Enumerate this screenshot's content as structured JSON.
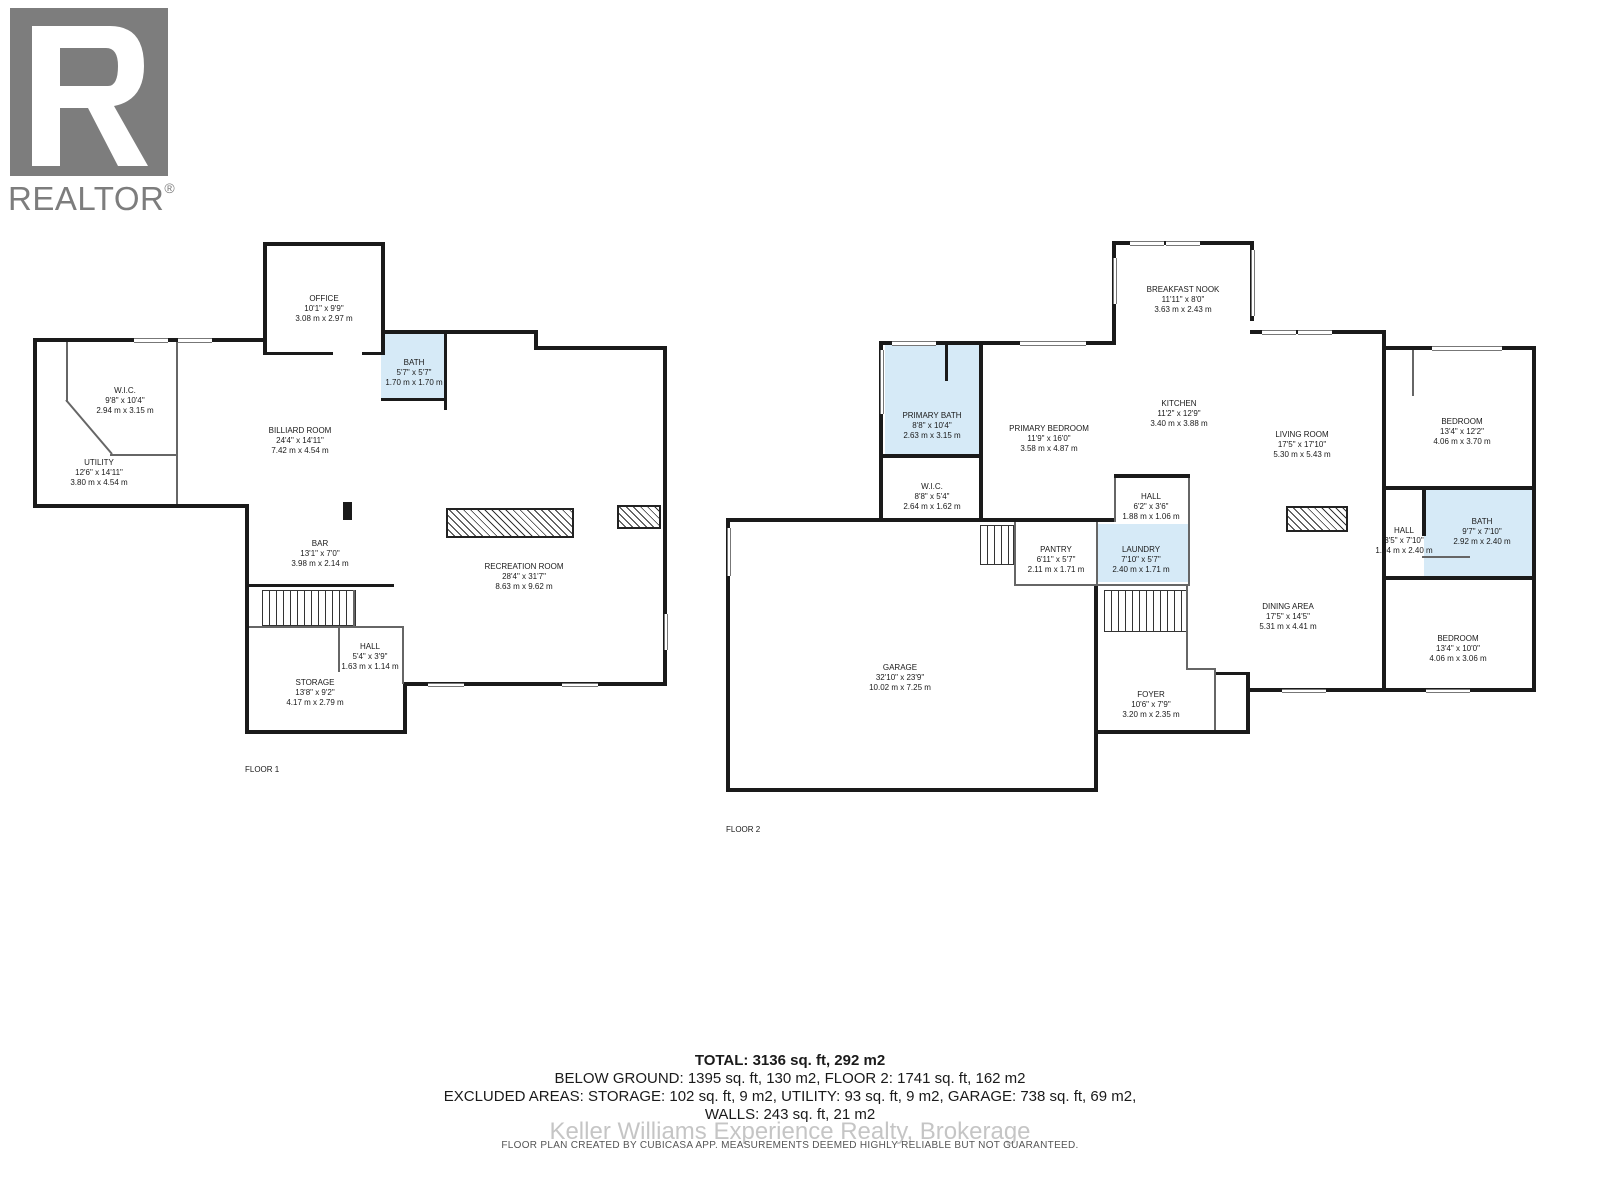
{
  "logo": {
    "text": "REALTOR",
    "mark": "®"
  },
  "floor1": {
    "label": "FLOOR 1",
    "rooms": [
      {
        "id": "office",
        "name": "OFFICE",
        "imperial": "10'1\" x 9'9\"",
        "metric": "3.08 m x 2.97 m"
      },
      {
        "id": "bath1",
        "name": "BATH",
        "imperial": "5'7\" x 5'7\"",
        "metric": "1.70 m x 1.70 m"
      },
      {
        "id": "wic1",
        "name": "W.I.C.",
        "imperial": "9'8\" x 10'4\"",
        "metric": "2.94 m x 3.15 m"
      },
      {
        "id": "billiard",
        "name": "BILLIARD ROOM",
        "imperial": "24'4\" x 14'11\"",
        "metric": "7.42 m x 4.54 m"
      },
      {
        "id": "utility",
        "name": "UTILITY",
        "imperial": "12'6\" x 14'11\"",
        "metric": "3.80 m x 4.54 m"
      },
      {
        "id": "bar",
        "name": "BAR",
        "imperial": "13'1\" x 7'0\"",
        "metric": "3.98 m x 2.14 m"
      },
      {
        "id": "recreation",
        "name": "RECREATION ROOM",
        "imperial": "28'4\" x 31'7\"",
        "metric": "8.63 m x 9.62 m"
      },
      {
        "id": "hall1",
        "name": "HALL",
        "imperial": "5'4\" x 3'9\"",
        "metric": "1.63 m x 1.14 m"
      },
      {
        "id": "storage",
        "name": "STORAGE",
        "imperial": "13'8\" x 9'2\"",
        "metric": "4.17 m x 2.79 m"
      }
    ]
  },
  "floor2": {
    "label": "FLOOR 2",
    "rooms": [
      {
        "id": "nook",
        "name": "BREAKFAST NOOK",
        "imperial": "11'11\" x 8'0\"",
        "metric": "3.63 m x 2.43 m"
      },
      {
        "id": "primarybath",
        "name": "PRIMARY BATH",
        "imperial": "8'8\" x 10'4\"",
        "metric": "2.63 m x 3.15 m"
      },
      {
        "id": "primarybed",
        "name": "PRIMARY BEDROOM",
        "imperial": "11'9\" x 16'0\"",
        "metric": "3.58 m x 4.87 m"
      },
      {
        "id": "kitchen",
        "name": "KITCHEN",
        "imperial": "11'2\" x 12'9\"",
        "metric": "3.40 m x 3.88 m"
      },
      {
        "id": "living",
        "name": "LIVING ROOM",
        "imperial": "17'5\" x 17'10\"",
        "metric": "5.30 m x 5.43 m"
      },
      {
        "id": "bedroom1",
        "name": "BEDROOM",
        "imperial": "13'4\" x 12'2\"",
        "metric": "4.06 m x 3.70 m"
      },
      {
        "id": "wic2",
        "name": "W.I.C.",
        "imperial": "8'8\" x 5'4\"",
        "metric": "2.64 m x 1.62 m"
      },
      {
        "id": "hall2",
        "name": "HALL",
        "imperial": "6'2\" x 3'6\"",
        "metric": "1.88 m x 1.06 m"
      },
      {
        "id": "hall3",
        "name": "HALL",
        "imperial": "3'5\" x 7'10\"",
        "metric": "1.04 m x 2.40 m"
      },
      {
        "id": "bath2",
        "name": "BATH",
        "imperial": "9'7\" x 7'10\"",
        "metric": "2.92 m x 2.40 m"
      },
      {
        "id": "pantry",
        "name": "PANTRY",
        "imperial": "6'11\" x 5'7\"",
        "metric": "2.11 m x 1.71 m"
      },
      {
        "id": "laundry",
        "name": "LAUNDRY",
        "imperial": "7'10\" x 5'7\"",
        "metric": "2.40 m x 1.71 m"
      },
      {
        "id": "dining",
        "name": "DINING AREA",
        "imperial": "17'5\" x 14'5\"",
        "metric": "5.31 m x 4.41 m"
      },
      {
        "id": "garage",
        "name": "GARAGE",
        "imperial": "32'10\" x 23'9\"",
        "metric": "10.02 m x 7.25 m"
      },
      {
        "id": "bedroom2",
        "name": "BEDROOM",
        "imperial": "13'4\" x 10'0\"",
        "metric": "4.06 m x 3.06 m"
      },
      {
        "id": "foyer",
        "name": "FOYER",
        "imperial": "10'6\" x 7'9\"",
        "metric": "3.20 m x 2.35 m"
      }
    ]
  },
  "summary": {
    "total": "TOTAL: 3136 sq. ft, 292 m2",
    "line2": "BELOW GROUND: 1395 sq. ft, 130 m2, FLOOR 2: 1741 sq. ft, 162 m2",
    "line3": "EXCLUDED AREAS: STORAGE: 102 sq. ft, 9 m2, UTILITY: 93 sq. ft, 9 m2, GARAGE: 738 sq. ft, 69 m2,",
    "line4": "WALLS: 243 sq. ft, 21 m2"
  },
  "watermark": "Keller Williams Experience Realty, Brokerage",
  "credit": "FLOOR PLAN CREATED BY CUBICASA APP. MEASUREMENTS DEEMED HIGHLY RELIABLE BUT NOT GUARANTEED.",
  "colors": {
    "wall": "#1a1a1a",
    "bath_fill": "#d6eaf7",
    "logo": "#7d7d7d"
  }
}
